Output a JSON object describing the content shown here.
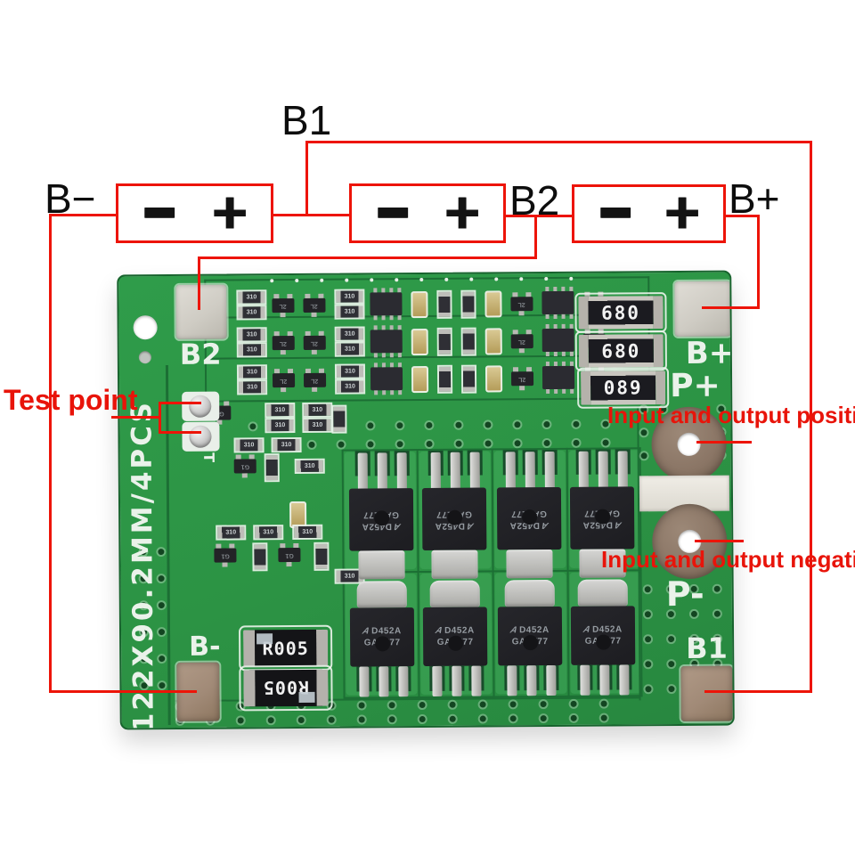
{
  "annotations": {
    "b_minus_label": "B−",
    "b1_label": "B1",
    "b2_label": "B2",
    "b_plus_label": "B+",
    "test_point_label": "Test point",
    "io_positive_label": "Input and output positive",
    "io_negative_label": "Input and output negative",
    "battery_minus": "−",
    "battery_plus": "+",
    "line_color": "#ed1408",
    "text_color": "#e8140a"
  },
  "pcb": {
    "silkscreen": {
      "b2": "B2",
      "t": "T",
      "b_plus": "B+",
      "p_plus": "P+",
      "p_minus": "P-",
      "b1": "B1",
      "b_minus": "B-",
      "size_marking": "122X90.2MM/4PCS"
    },
    "components": {
      "large_resistors": [
        "680",
        "680",
        "089"
      ],
      "shunt_resistors": [
        "R005",
        "R005"
      ],
      "mosfet_part": "D452A",
      "mosfet_lot_top_row": "GA2177",
      "mosfet_lot_bottom_row": "GA2T77",
      "small_resistor_marking": "310",
      "sot23_marking_rows": "2L",
      "sot23_marking_mid": "G1"
    },
    "colors": {
      "board_green": "#2d9747",
      "board_dark": "#1b6c33",
      "silk_white": "#eaf2ea",
      "pad_silver": "#d7d4cd",
      "pad_tinned": "#a58d7b",
      "hole_ring": "#8b7666"
    }
  }
}
